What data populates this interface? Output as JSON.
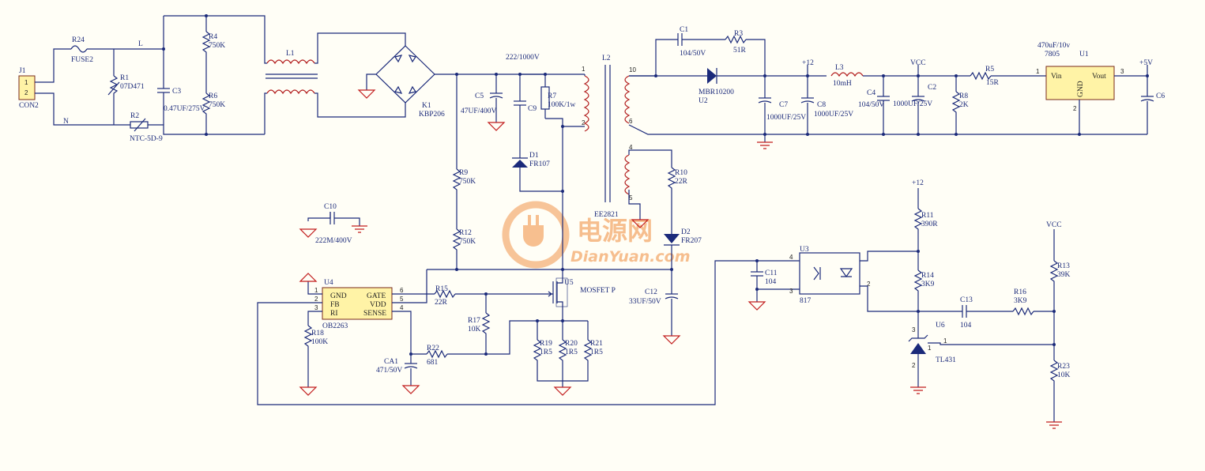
{
  "labels": {
    "J1": "J1",
    "CON2": "CON2",
    "pin1": "1",
    "pin2": "2",
    "R24": "R24",
    "FUSE2": "FUSE2",
    "L_net": "L",
    "N_net": "N",
    "R1": "R1",
    "R1v": "07D471",
    "R2": "R2",
    "R2v": "NTC-5D-9",
    "C3": "C3",
    "C3v": "0.47UF/275V",
    "R4": "R4",
    "R4v": "750K",
    "R6": "R6",
    "R6v": "750K",
    "L1": "L1",
    "K1": "K1",
    "K1v": "KBP206",
    "C5": "C5",
    "C5v": "47UF/400V",
    "C5t": "222/1000V",
    "C9": "C9",
    "R7": "R7",
    "R7v": "100K/1w",
    "D1": "D1",
    "D1v": "FR107",
    "R9": "R9",
    "R9v": "750K",
    "R12": "R12",
    "R12v": "750K",
    "C10": "C10",
    "C10v": "222M/400V",
    "L2": "L2",
    "EE": "EE2821",
    "C1": "C1",
    "C1v": "104/50V",
    "R3": "R3",
    "R3v": "51R",
    "U2": "U2",
    "U2v": "MBR10200",
    "C7": "C7",
    "C7v": "1000UF/25V",
    "C8": "C8",
    "C8v": "1000UF/25V",
    "n12": "+12",
    "L3": "L3",
    "L3v": "10mH",
    "C4": "C4",
    "C4v": "104/50V",
    "VCC": "VCC",
    "C2": "C2",
    "C2v": "1000UF/25V",
    "R8": "R8",
    "R8v": "2K",
    "R5": "R5",
    "R5v": "15R",
    "U1": "U1",
    "U1v": "7805",
    "U1cap": "470uF/10v",
    "Vin": "Vin",
    "Vout": "Vout",
    "GND": "GND",
    "p5v": "+5V",
    "C6": "C6",
    "R10": "R10",
    "R10v": "22R",
    "D2": "D2",
    "D2v": "FR207",
    "C12": "C12",
    "C12v": "33UF/50V",
    "U4": "U4",
    "U4v": "OB2263",
    "gnd_pin": "GND",
    "fb_pin": "FB",
    "ri_pin": "RI",
    "gate_pin": "GATE",
    "vdd_pin": "VDD",
    "sense_pin": "SENSE",
    "R15": "R15",
    "R15v": "22R",
    "U5": "U5",
    "U5v": "MOSFET P",
    "R17": "R17",
    "R17v": "10K",
    "R18": "R18",
    "R18v": "100K",
    "R22": "R22",
    "R22v": "681",
    "CA1": "CA1",
    "CA1v": "471/50V",
    "R19": "R19",
    "R19v": "1R5",
    "R20": "R20",
    "R20v": "1R5",
    "R21": "R21",
    "R21v": "1R5",
    "C11": "C11",
    "C11v": "104",
    "U3": "U3",
    "U3v": "817",
    "R11": "R11",
    "R11v": "390R",
    "R14": "R14",
    "R14v": "3K9",
    "C13": "C13",
    "C13v": "104",
    "R16": "R16",
    "R16v": "3K9",
    "R13": "R13",
    "R13v": "39K",
    "R23": "R23",
    "R23v": "10K",
    "U6": "U6",
    "U6v": "TL431",
    "wm_cn": "电源网",
    "wm_en": "DianYuan.com"
  }
}
